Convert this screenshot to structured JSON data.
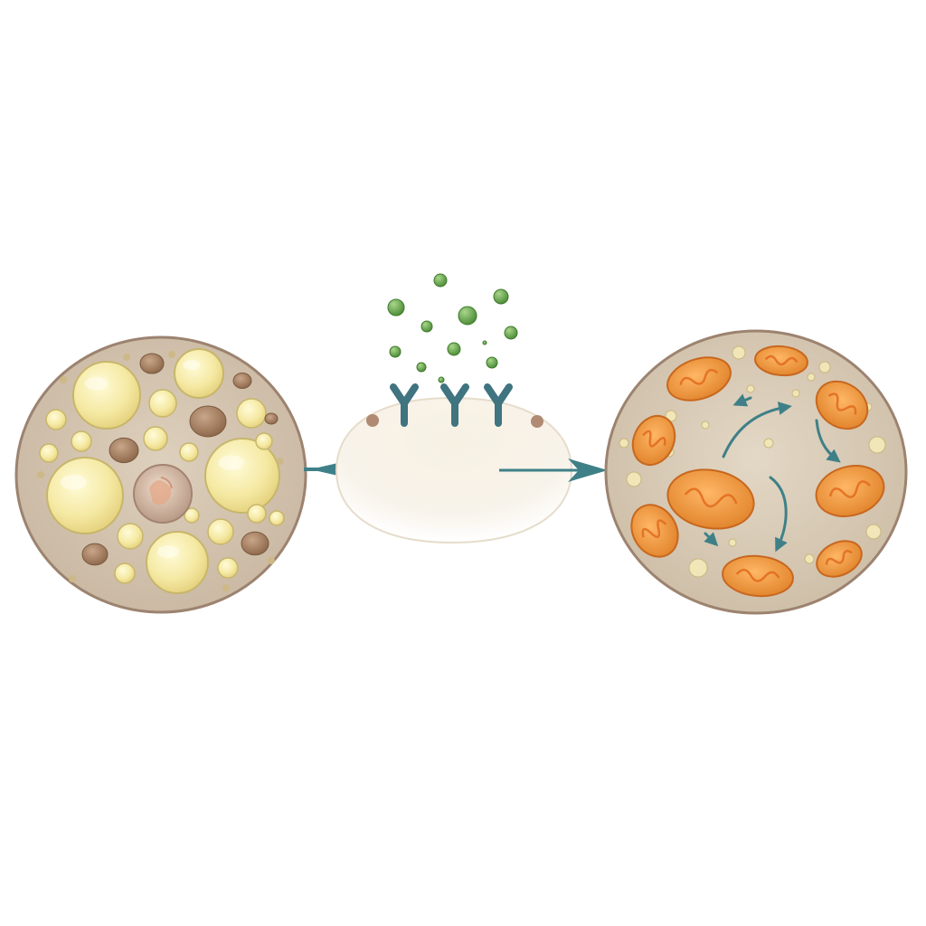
{
  "diagram": {
    "panels": [
      {
        "name": "white-fat-cell",
        "role": "source"
      },
      {
        "name": "membrane-receptor-signal",
        "role": "stimulus"
      },
      {
        "name": "brown-fat-cell",
        "role": "result"
      }
    ],
    "receptor_count": 3,
    "signal_molecule_count": 12,
    "mitochondria_count": 10,
    "colors": {
      "background": "#ffffff",
      "cell_fill": "#d8c9b6",
      "cell_outline": "#9c8370",
      "lipid_droplet": "#f6eba8",
      "lipid_outline": "#c7b66a",
      "brown_droplet": "#9a7558",
      "membrane": "#f5efe2",
      "receptor": "#3f7480",
      "signal_molecule": "#6aa84f",
      "mitochondria": "#f29a3c",
      "arrow": "#3f8088"
    }
  }
}
